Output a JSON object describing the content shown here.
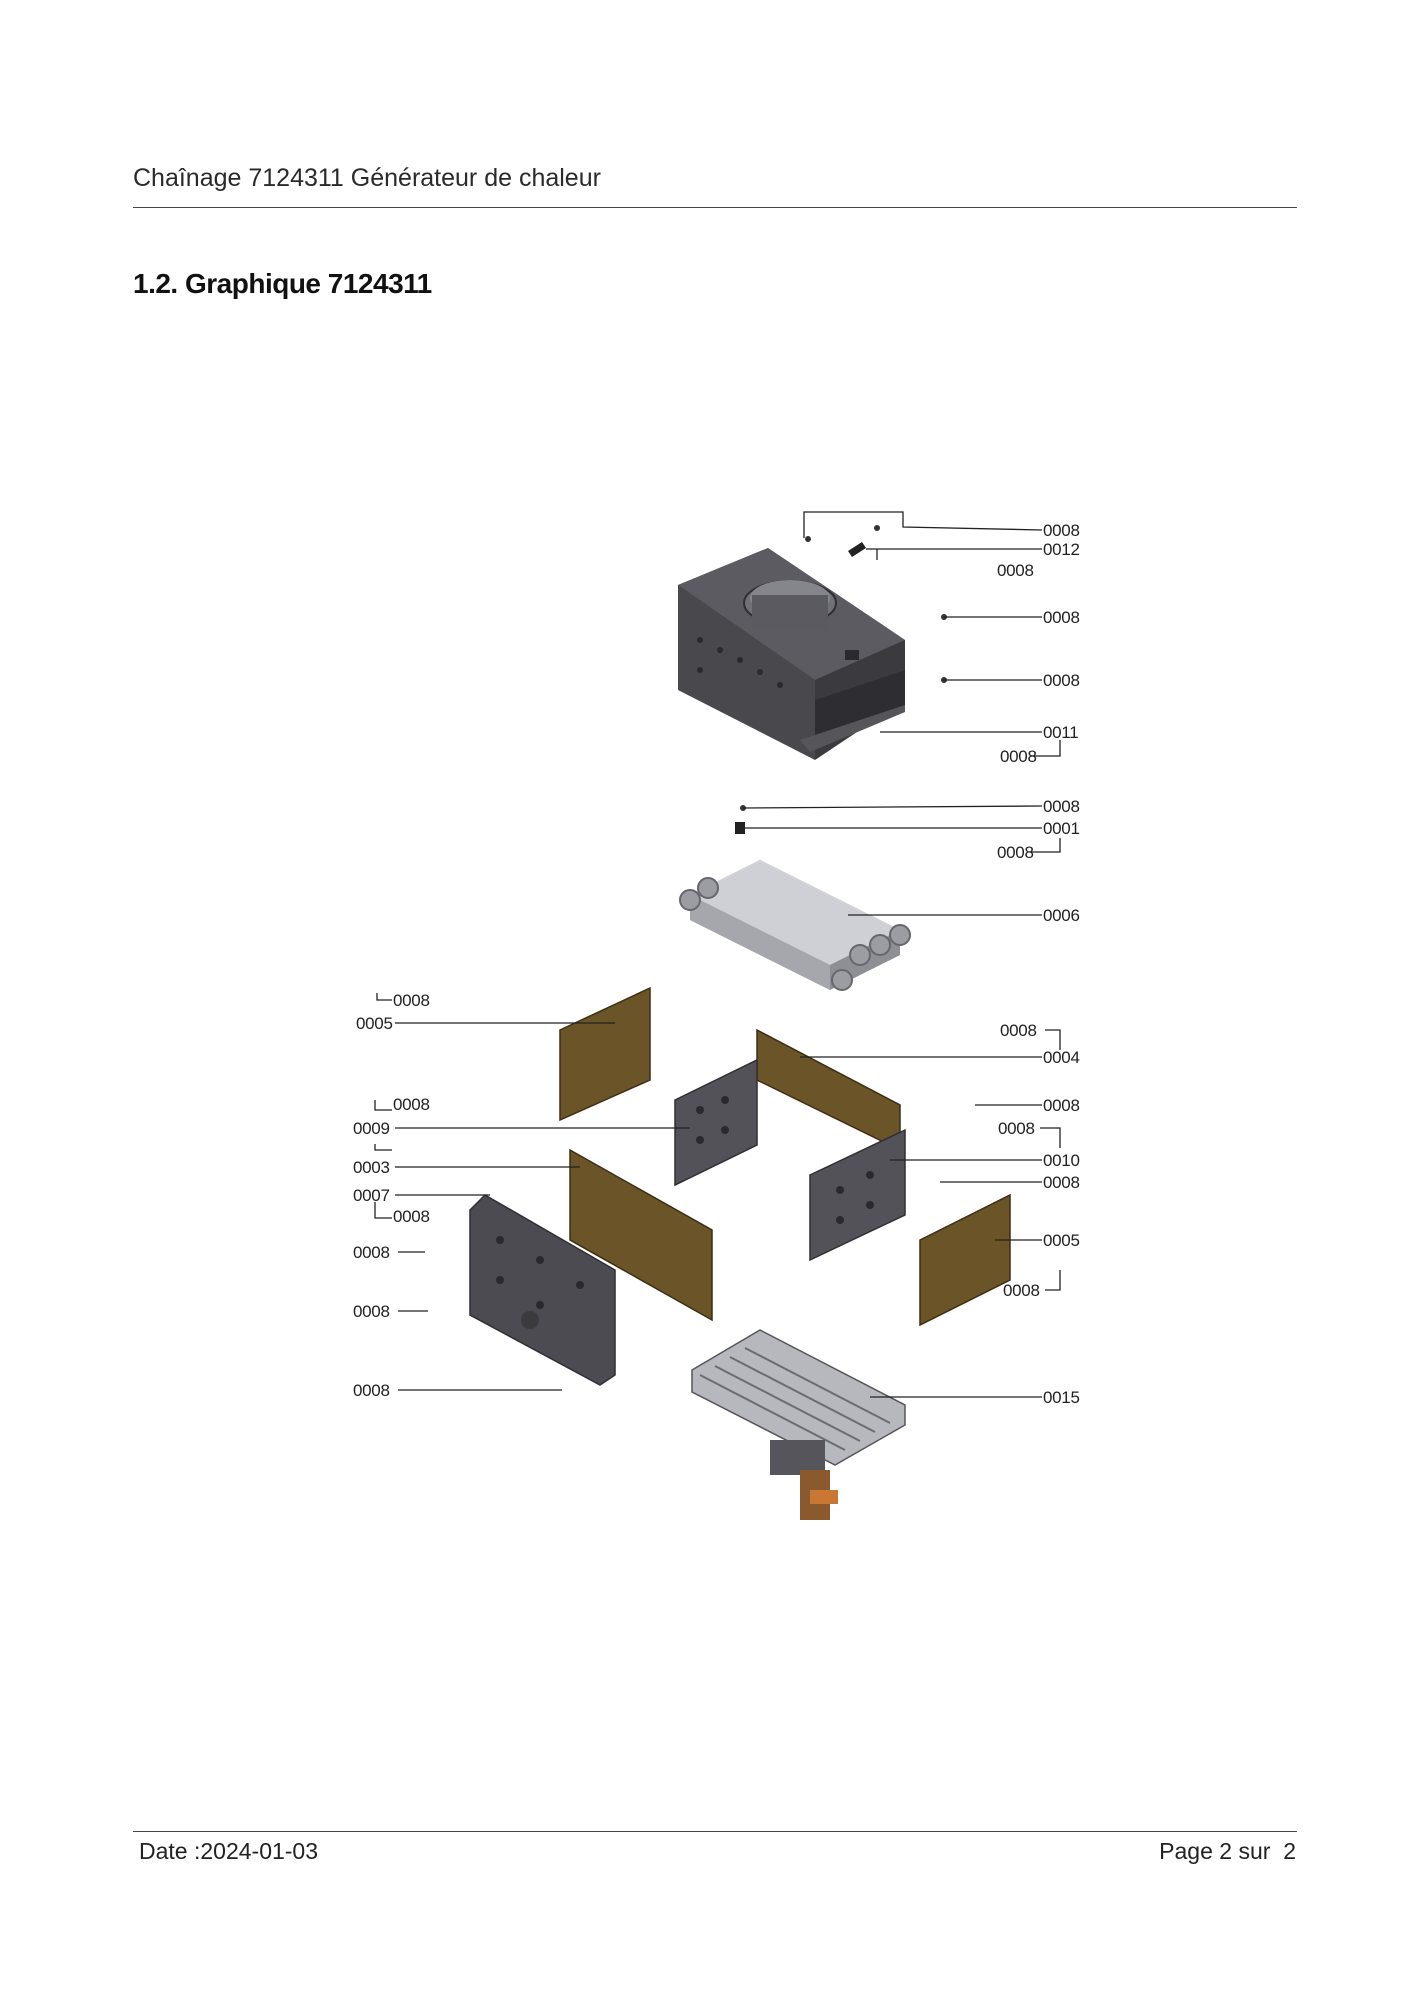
{
  "header": {
    "title": "Chaînage 7124311 Générateur de chaleur"
  },
  "section": {
    "title": "1.2. Graphique 7124311"
  },
  "callouts": [
    "0008",
    "0012",
    "0008",
    "0008",
    "0008",
    "0011",
    "0008",
    "0008",
    "0001",
    "0008",
    "0006",
    "0008",
    "0005",
    "0008",
    "0004",
    "0008",
    "0009",
    "0008",
    "0008",
    "0003",
    "0010",
    "0007",
    "0008",
    "0008",
    "0008",
    "0005",
    "0008",
    "0008",
    "0008",
    "0015"
  ],
  "footer": {
    "date": "Date :2024-01-03",
    "page_label": "Page 2 sur",
    "page_total": "2"
  },
  "colors": {
    "part_dark": "#4d4d52",
    "part_mid": "#6e6e74",
    "part_light": "#b9b9c0",
    "insulation": "#6b5427",
    "leader": "#222222"
  }
}
